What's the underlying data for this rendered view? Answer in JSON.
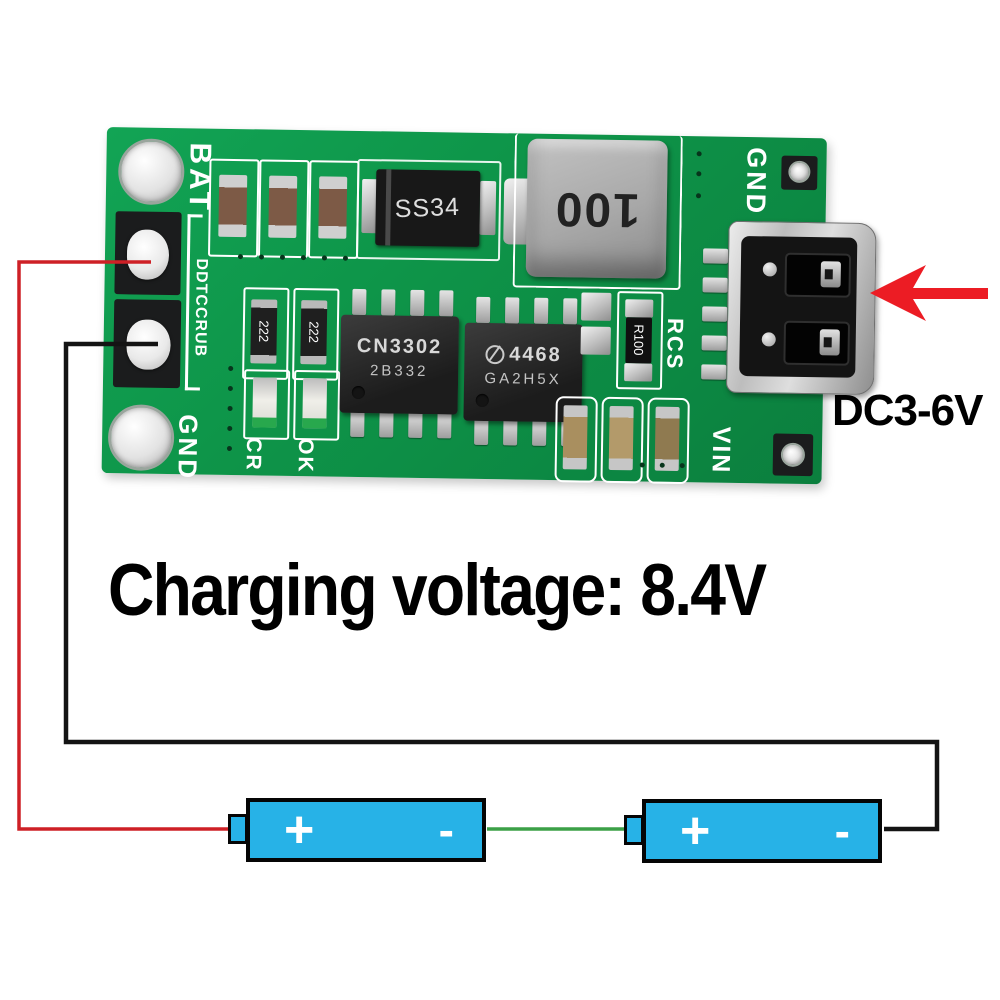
{
  "pcb": {
    "silkscreen": {
      "bat": "BAT",
      "part_number": "DDTCCRUB",
      "gnd_top": "GND",
      "gnd_bottom": "GND",
      "vin": "VIN",
      "rcs": "RCS",
      "cr": "CR",
      "ok": "OK"
    },
    "components": {
      "diode_marking": "SS34",
      "inductor_marking": "100",
      "ic1_line1": "CN3302",
      "ic1_line2": "2B332",
      "ic2_line1": "4468",
      "ic2_line2": "GA2H5X",
      "sense_resistor_marking": "R100",
      "capacitor_marking_1": "222",
      "capacitor_marking_2": "222"
    }
  },
  "annotations": {
    "input_voltage_label": "DC3-6V",
    "charging_voltage_label": "Charging voltage: 8.4V"
  },
  "wiring_diagram": {
    "battery1": {
      "positive": "+",
      "negative": "-"
    },
    "battery2": {
      "positive": "+",
      "negative": "-"
    }
  },
  "colors": {
    "pcb_green": "#0E9549",
    "battery_blue": "#27B2E7",
    "wire_red": "#CE2026",
    "wire_green": "#3BA047",
    "wire_black": "#141414",
    "arrow_red": "#EC1C24",
    "silkscreen_white": "#FFFFFF"
  }
}
